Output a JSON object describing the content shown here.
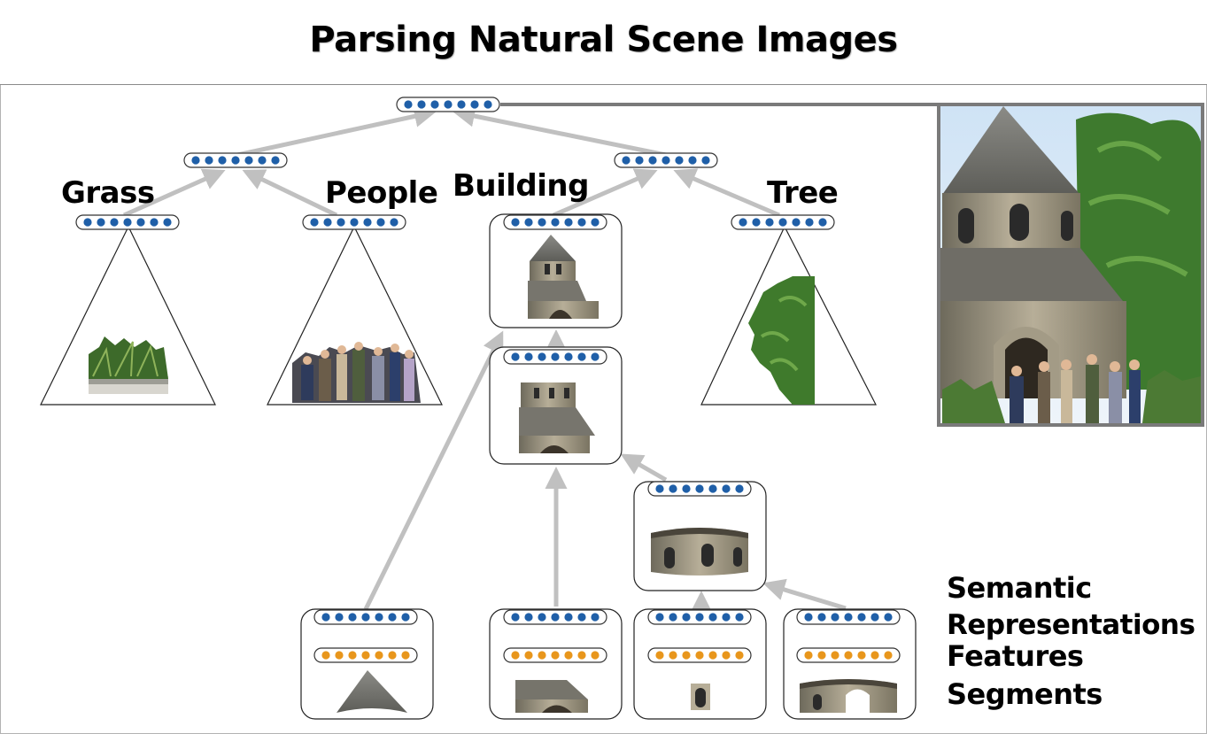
{
  "title": "Parsing Natural Scene Images",
  "categories": {
    "grass": "Grass",
    "people": "People",
    "building": "Building",
    "tree": "Tree"
  },
  "legend": {
    "semantic": "Semantic",
    "representations": "Representations",
    "features": "Features",
    "segments": "Segments"
  },
  "colors": {
    "semantic_node": "#1f5fa8",
    "feature_node": "#e8961c",
    "arrow": "#c0c0c0",
    "line": "#7a7a7a"
  },
  "icons": {
    "photo": "scene-photo",
    "segment": "segment-image"
  }
}
